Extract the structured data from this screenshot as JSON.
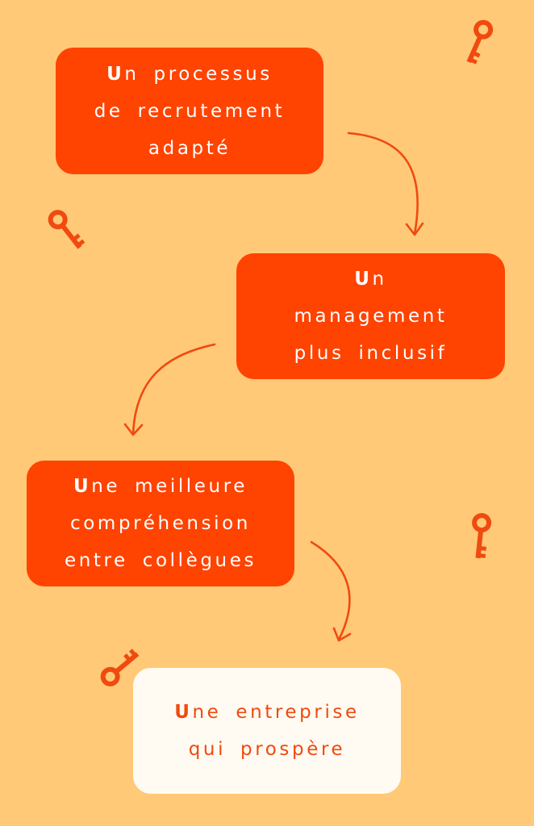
{
  "steps": [
    {
      "text": "Un processus\nde recrutement\nadapté"
    },
    {
      "text": "Un\nmanagement\nplus inclusif"
    },
    {
      "text": "Une meilleure\ncompréhension\nentre collègues"
    },
    {
      "text": "Une entreprise\nqui prospère"
    }
  ],
  "colors": {
    "background": "#FFC978",
    "box": "#FF4300",
    "final_box": "#FFFBF2",
    "arrow": "#F04A0F",
    "key": "#F04A0F"
  },
  "icons": [
    "key-icon",
    "curved-arrow-icon"
  ]
}
